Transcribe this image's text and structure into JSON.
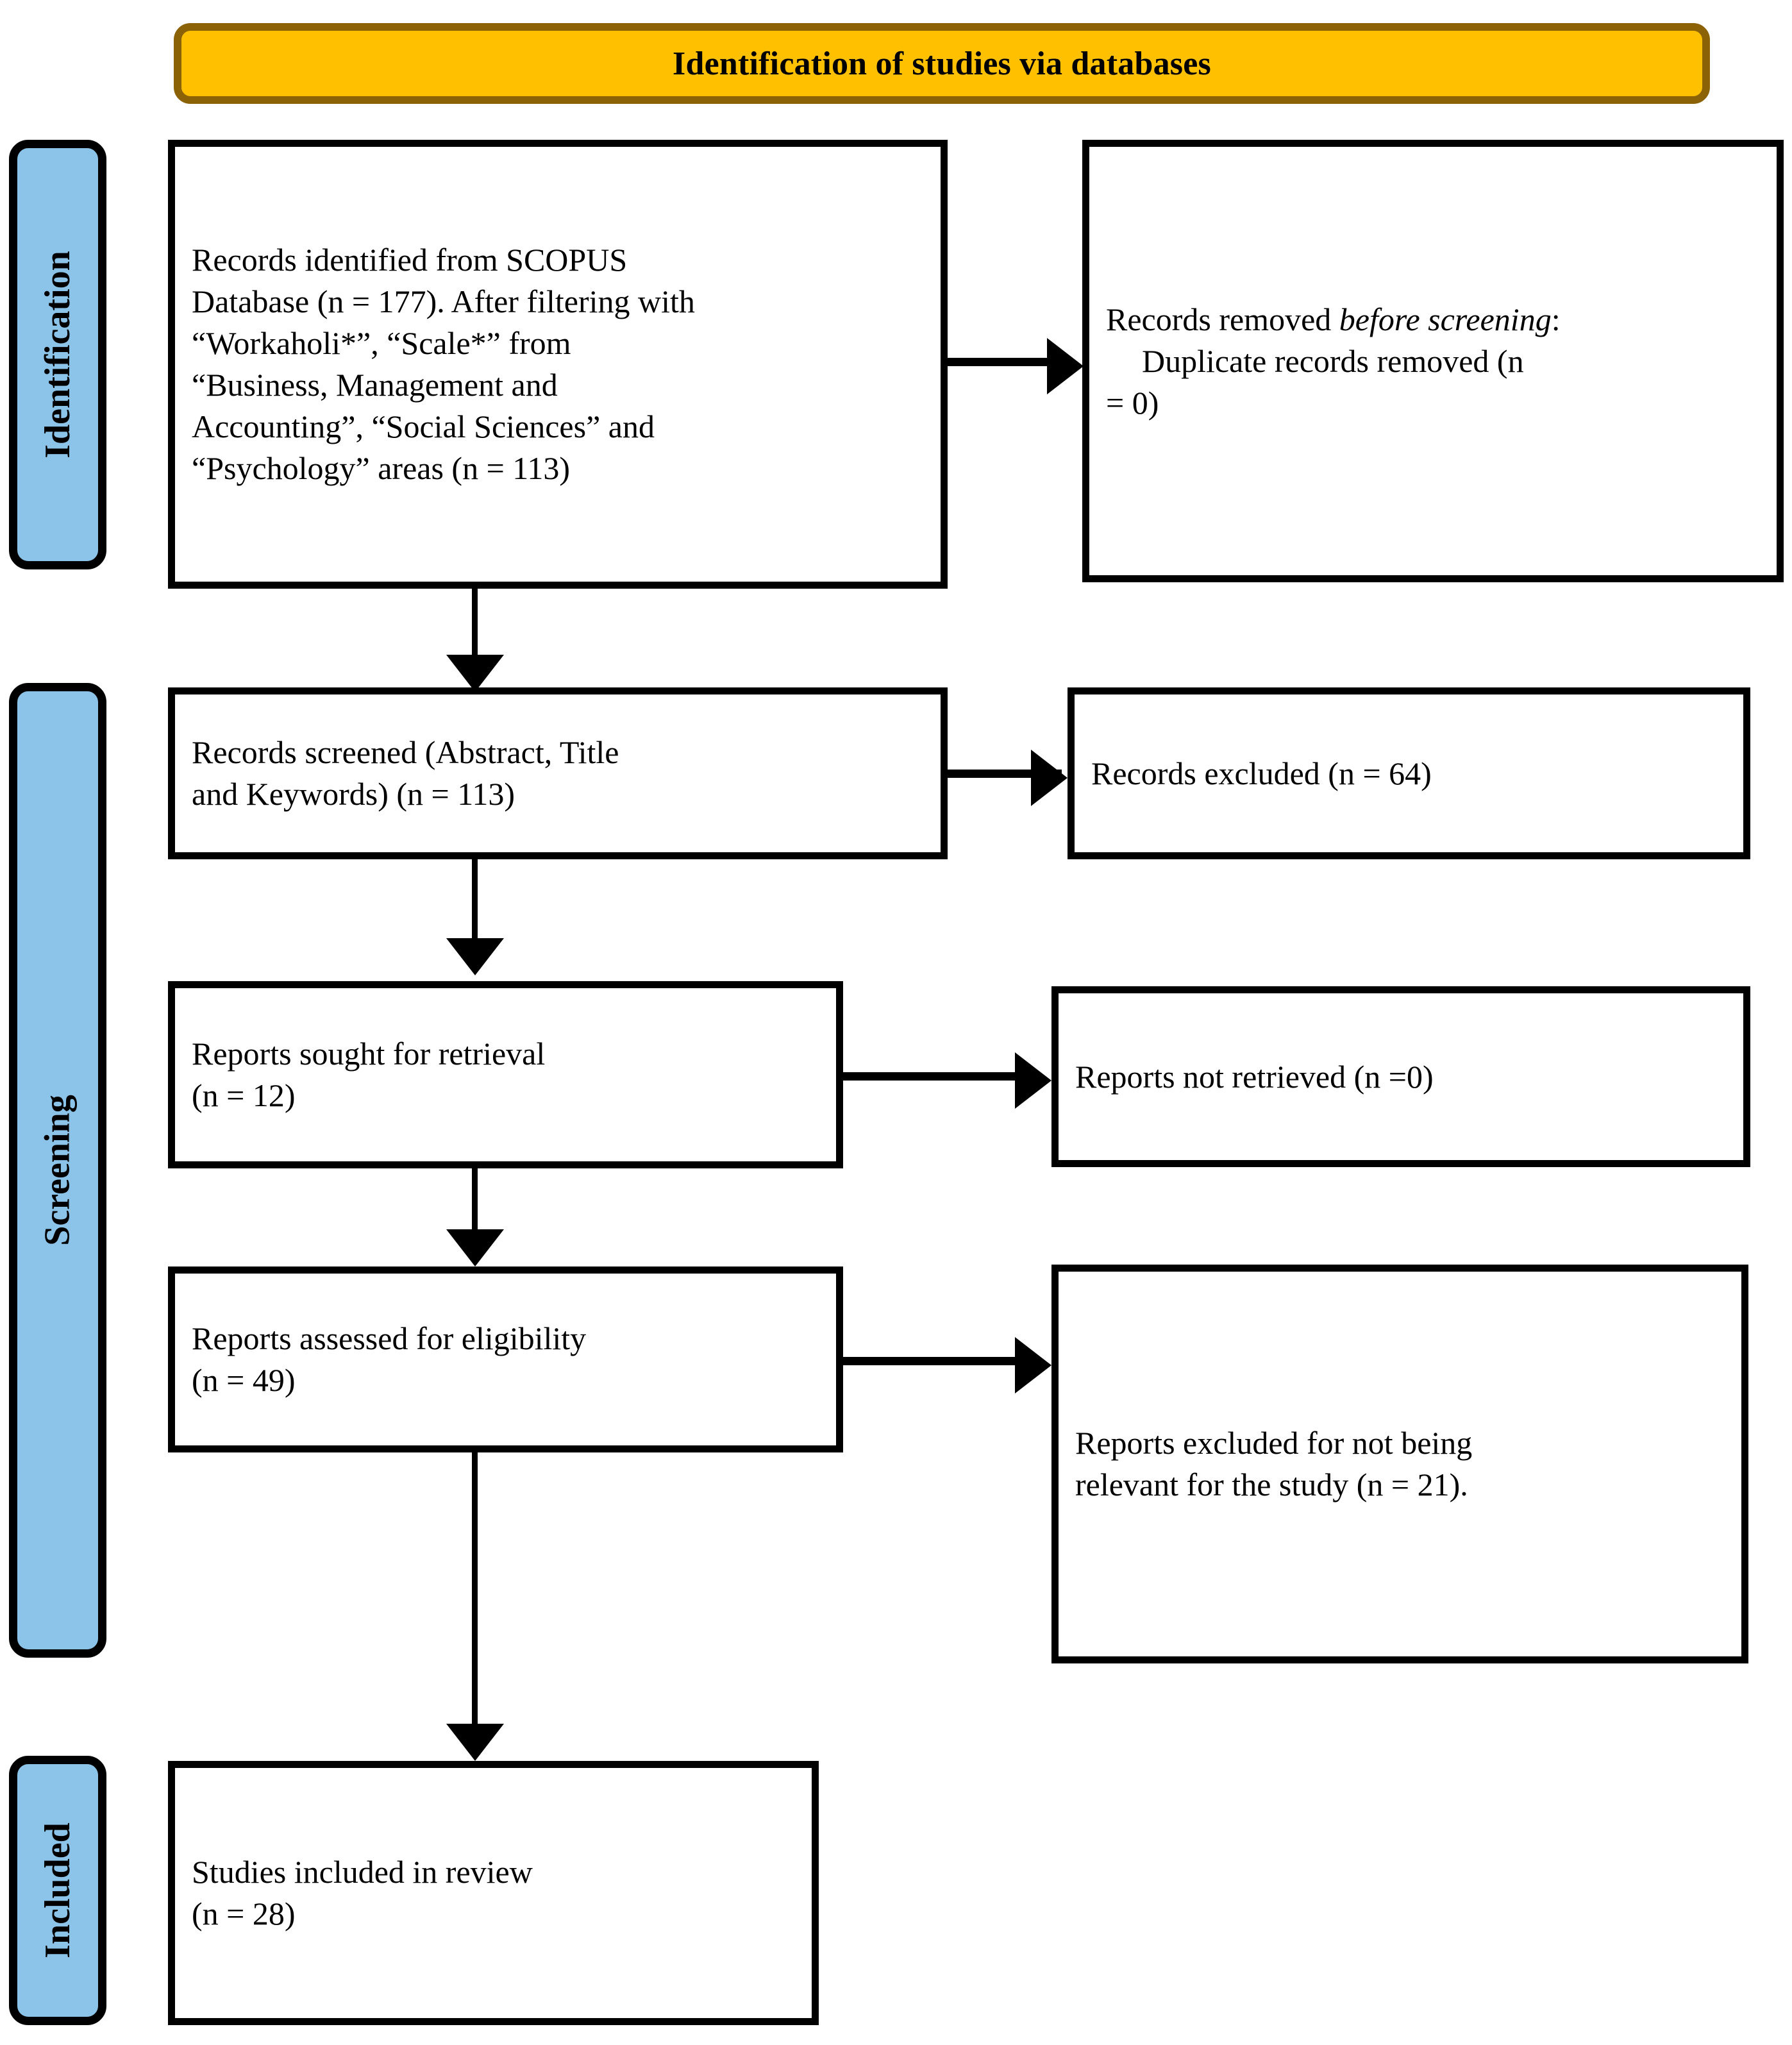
{
  "banner": {
    "title": "Identification of studies via databases",
    "fill_color": "#FFC000",
    "border_color": "#8C6206"
  },
  "stages": [
    {
      "key": "identification",
      "label": "Identification",
      "fill_color": "#8CC3E8"
    },
    {
      "key": "screening",
      "label": "Screening",
      "fill_color": "#8CC3E8"
    },
    {
      "key": "included",
      "label": "Included",
      "fill_color": "#8CC3E8"
    }
  ],
  "boxes": {
    "identified": {
      "line1": "Records identified from SCOPUS",
      "line2": "Database (n = 177). After filtering with",
      "line3": "“Workaholi*”, “Scale*” from",
      "line4": "“Business, Management and",
      "line5": "Accounting”, “Social Sciences” and",
      "line6": "“Psychology” areas (n = 113)"
    },
    "removed": {
      "line1_plain": "Records removed ",
      "line1_italic": "before screening",
      "line1_tail": ":",
      "line2": "Duplicate records removed (n",
      "line3": "= 0)"
    },
    "screened": {
      "line1": "Records screened (Abstract, Title",
      "line2": "and Keywords) (n = 113)"
    },
    "excluded": {
      "line1": "Records excluded (n = 64)"
    },
    "sought": {
      "line1": "Reports sought for retrieval",
      "line2": "(n = 12)"
    },
    "not_retrieved": {
      "line1": "Reports not retrieved (n =0)"
    },
    "assessed": {
      "line1": "Reports assessed for eligibility",
      "line2": "(n = 49)"
    },
    "relevant": {
      "line1": "Reports excluded for not being",
      "line2": "relevant for the study (n = 21)."
    },
    "included": {
      "line1": "Studies included in review",
      "line2": "(n = 28)"
    }
  },
  "counts": {
    "records_identified_scopus": 177,
    "records_after_filtering": 113,
    "duplicates_removed": 0,
    "records_screened": 113,
    "records_excluded": 64,
    "reports_sought": 12,
    "reports_not_retrieved": 0,
    "reports_assessed": 49,
    "reports_excluded_not_relevant": 21,
    "studies_included": 28
  }
}
